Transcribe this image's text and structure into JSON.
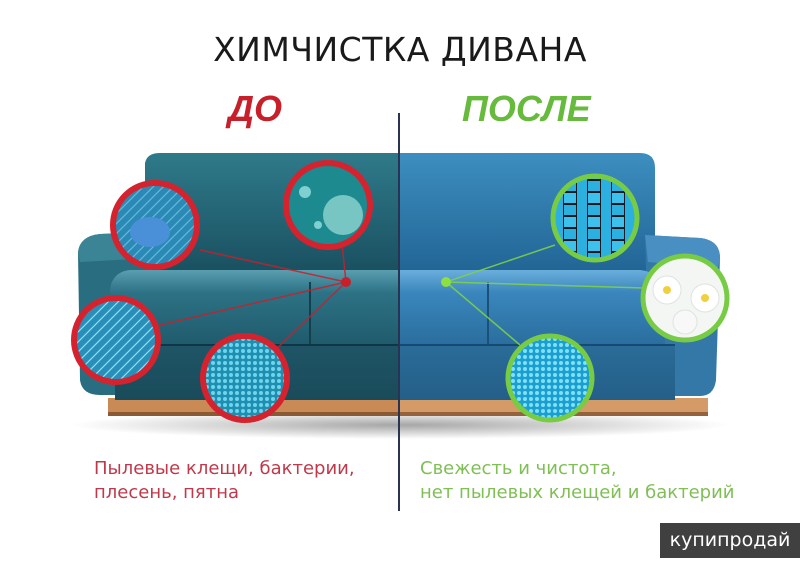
{
  "header": {
    "title": "ХИМЧИСТКА ДИВАНА",
    "before_label": "ДО",
    "after_label": "ПОСЛЕ"
  },
  "before": {
    "caption_line1": "Пылевые клещи, бактерии,",
    "caption_line2": "плесень, пятна",
    "accent_color": "#c8202a",
    "magnifiers": [
      "dust-mite",
      "bacteria-virus",
      "mold-fibers",
      "dirty-fabric-texture"
    ]
  },
  "after": {
    "caption_line1": "Свежесть и чистота,",
    "caption_line2": "нет пылевых клещей и бактерий",
    "accent_color": "#66bb3c",
    "magnifiers": [
      "clean-weave-fibers",
      "white-flowers",
      "clean-fabric-texture"
    ]
  },
  "watermark": {
    "text": "купипродай"
  }
}
